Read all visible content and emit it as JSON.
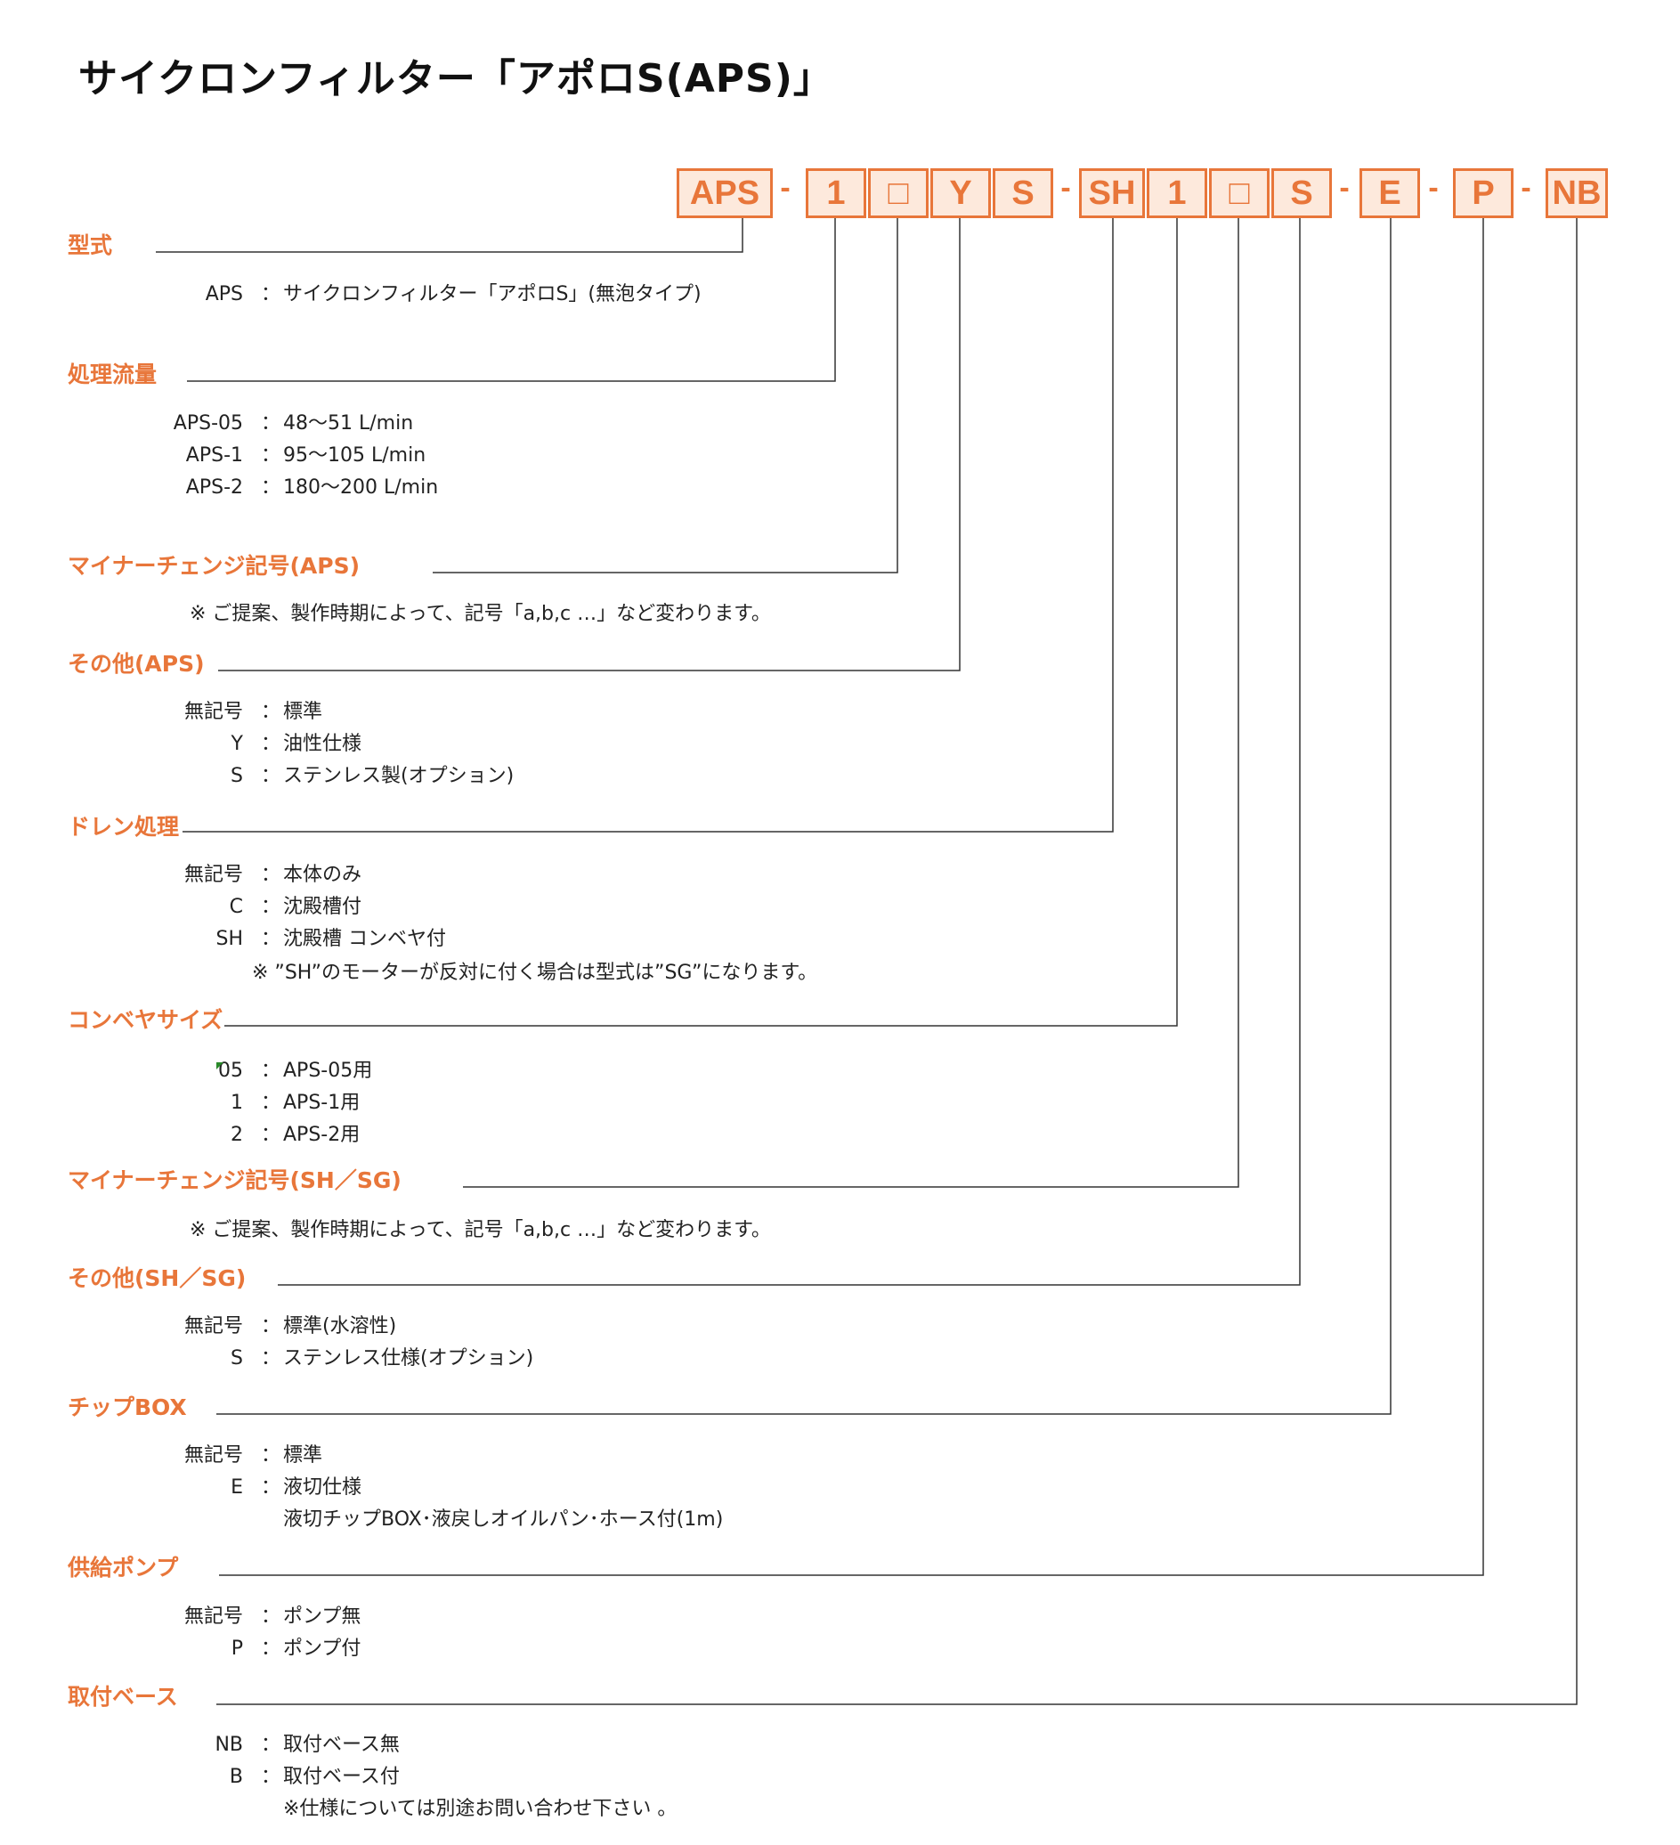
{
  "title": "サイクロンフィルター「アポロS(APS)」",
  "code": {
    "segments": [
      "APS",
      "1",
      "□",
      "Y",
      "S",
      "SH",
      "1",
      "□",
      "S",
      "E",
      "P",
      "NB"
    ],
    "dash": "-"
  },
  "sections": [
    {
      "heading": "型式",
      "items": [
        {
          "code": "APS",
          "sep": "：",
          "desc": "サイクロンフィルター「アポロS」(無泡タイプ)"
        }
      ]
    },
    {
      "heading": "処理流量",
      "items": [
        {
          "code": "APS-05",
          "sep": "：",
          "desc": "48～51 L/min"
        },
        {
          "code": "APS-1",
          "sep": "：",
          "desc": "95～105 L/min"
        },
        {
          "code": "APS-2",
          "sep": "：",
          "desc": "180～200 L/min"
        }
      ]
    },
    {
      "heading": "マイナーチェンジ記号(APS)",
      "note": "※ ご提案、製作時期によって、記号「a,b,c …」など変わります。"
    },
    {
      "heading": "その他(APS)",
      "items": [
        {
          "code": "無記号",
          "sep": "：",
          "desc": "標準"
        },
        {
          "code": "Y",
          "sep": "：",
          "desc": "油性仕様"
        },
        {
          "code": "S",
          "sep": "：",
          "desc": "ステンレス製(オプション)"
        }
      ]
    },
    {
      "heading": "ドレン処理",
      "items": [
        {
          "code": "無記号",
          "sep": "：",
          "desc": "本体のみ"
        },
        {
          "code": "C",
          "sep": "：",
          "desc": "沈殿槽付"
        },
        {
          "code": "SH",
          "sep": "：",
          "desc": "沈殿槽 コンベヤ付"
        }
      ],
      "note": "※ ”SH”のモーターが反対に付く場合は型式は”SG”になります。"
    },
    {
      "heading": "コンベヤサイズ",
      "items": [
        {
          "code": "05",
          "sep": "：",
          "desc": "APS-05用"
        },
        {
          "code": "1",
          "sep": "：",
          "desc": "APS-1用"
        },
        {
          "code": "2",
          "sep": "：",
          "desc": "APS-2用"
        }
      ]
    },
    {
      "heading": "マイナーチェンジ記号(SH／SG)",
      "note": "※ ご提案、製作時期によって、記号「a,b,c …」など変わります。"
    },
    {
      "heading": "その他(SH／SG)",
      "items": [
        {
          "code": "無記号",
          "sep": "：",
          "desc": "標準(水溶性)"
        },
        {
          "code": "S",
          "sep": "：",
          "desc": "ステンレス仕様(オプション)"
        }
      ]
    },
    {
      "heading": "チップBOX",
      "items": [
        {
          "code": "無記号",
          "sep": "：",
          "desc": "標準"
        },
        {
          "code": "E",
          "sep": "：",
          "desc": "液切仕様"
        },
        {
          "code": "",
          "sep": "",
          "desc": "液切チップBOX･液戻しオイルパン･ホース付(1m)"
        }
      ]
    },
    {
      "heading": "供給ポンプ",
      "items": [
        {
          "code": "無記号",
          "sep": "：",
          "desc": "ポンプ無"
        },
        {
          "code": "P",
          "sep": "：",
          "desc": "ポンプ付"
        }
      ]
    },
    {
      "heading": "取付ベース",
      "items": [
        {
          "code": "NB",
          "sep": "：",
          "desc": "取付ベース無"
        },
        {
          "code": "B",
          "sep": "：",
          "desc": "取付ベース付"
        },
        {
          "code": "",
          "sep": "",
          "desc": "※仕様については別途お問い合わせ下さい 。"
        }
      ]
    }
  ]
}
